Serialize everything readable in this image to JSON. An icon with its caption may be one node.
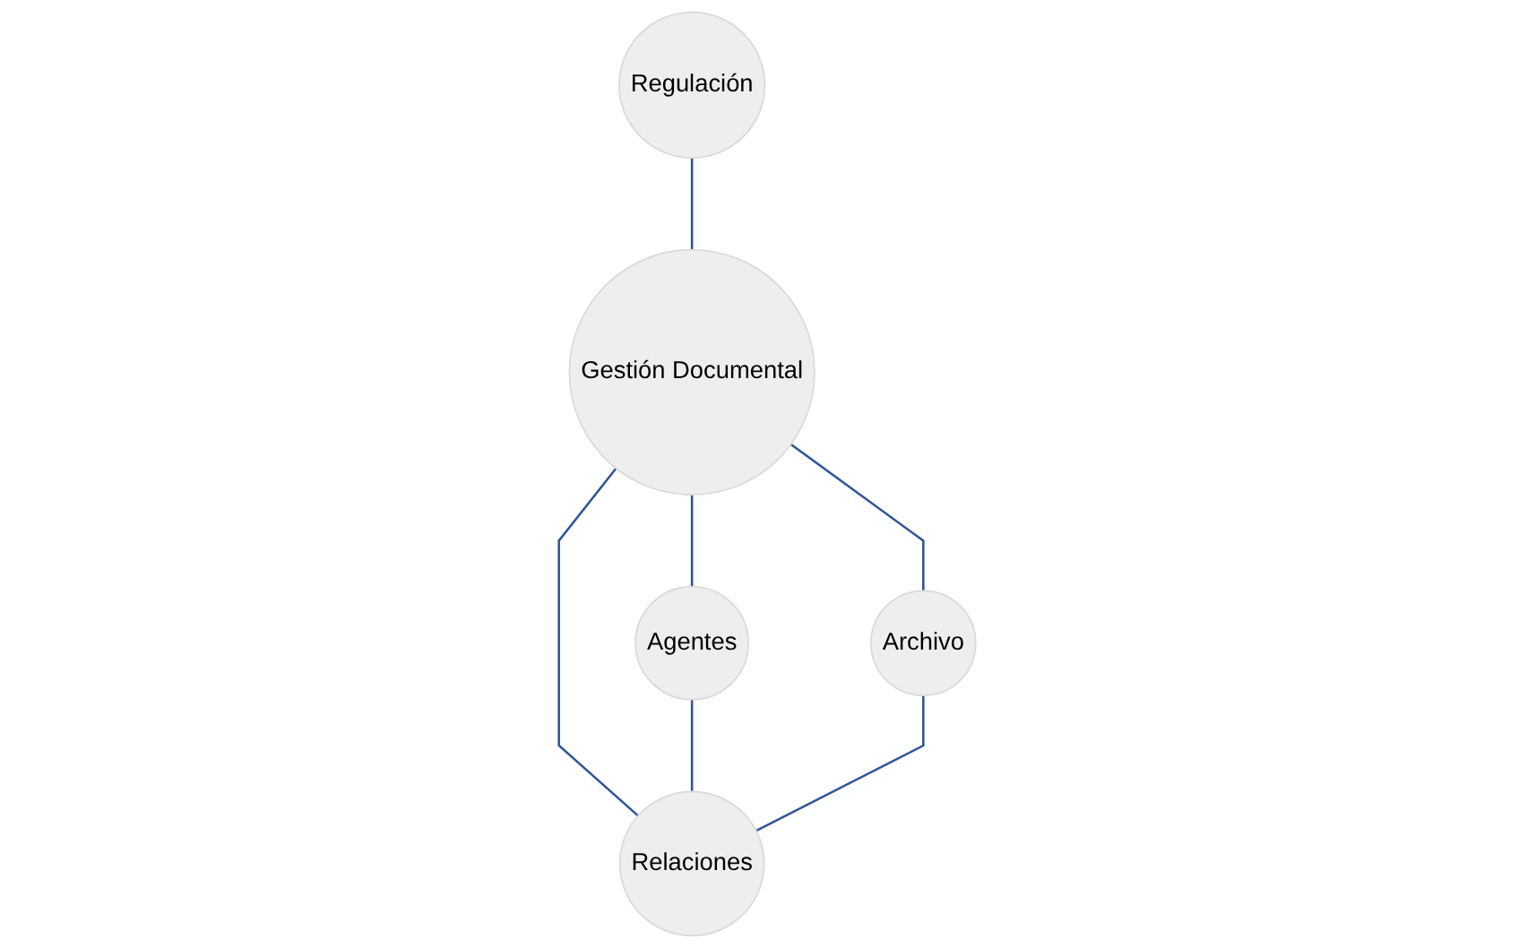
{
  "diagram": {
    "nodes": [
      {
        "text": [
          "Regulación"
        ]
      },
      {
        "text": [
          "Gestión Documental"
        ]
      },
      {
        "text": [
          "Agentes"
        ]
      },
      {
        "text": [
          "Archivo"
        ]
      },
      {
        "text": [
          "Relaciones"
        ]
      }
    ],
    "edges": [
      {
        "from": 0,
        "to": 1,
        "arrow": "none"
      },
      {
        "from": 1,
        "to": 2,
        "arrow": "none"
      },
      {
        "from": 1,
        "to": 3,
        "arrow": "none"
      },
      {
        "from": 1,
        "to": 4,
        "arrow": "none"
      },
      {
        "from": 2,
        "to": 4,
        "arrow": "none"
      },
      {
        "from": 3,
        "to": 4,
        "arrow": "none"
      }
    ]
  }
}
